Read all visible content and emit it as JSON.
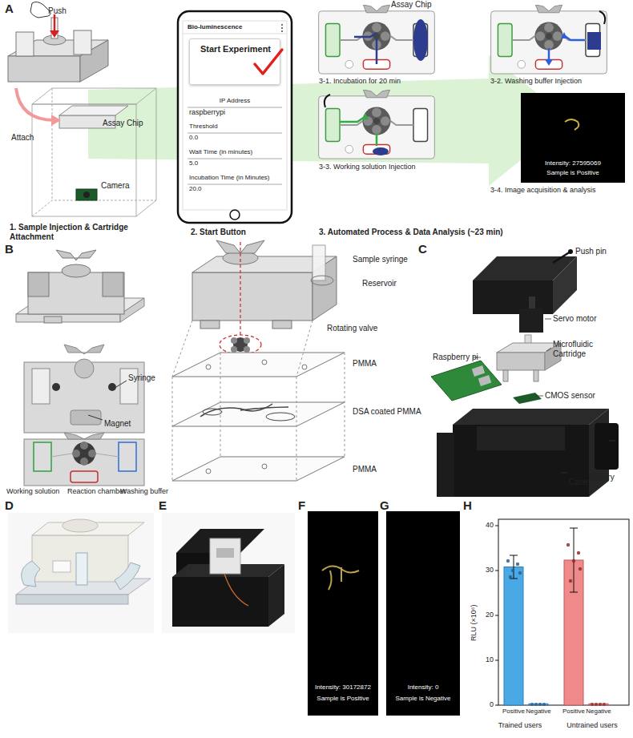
{
  "diagram": {
    "nodes": [
      {
        "text": [
          "Bio-luminescence",
          "IP Address",
          "raspberrypi",
          "Threshold",
          "0.0",
          "Wait Time (in minutes)",
          "5.0",
          "Incubation Time (in Minutes)",
          "20.0"
        ]
      },
      {
        "text": [
          "Start Experiment"
        ],
        "in": 0
      },
      {
        "text": [
          "Intensity: 27595069",
          "Sample is Positive"
        ]
      },
      {
        "text": [
          "Intensity: 30172872",
          "Sample is Positive"
        ]
      },
      {
        "text": [
          "Intensity: 0",
          "Sample is Negative"
        ]
      }
    ],
    "labels": [
      "A",
      "Push",
      "Attach",
      "Assay Chip",
      "Camera",
      "1. Sample Injection & Cartridge Attachment",
      "2. Start Button",
      "Assay Chip",
      "3-1. Incubation for 20 min",
      "3-2. Washing buffer Injection",
      "3-3. Working solution Injection",
      "3-4. Image acquisition & analysis",
      "3. Automated Process & Data Analysis (~23 min)",
      "B",
      "Syringe",
      "Magnet",
      "Working solution",
      "Reaction chamber",
      "Washing buffer",
      "Sample syringe",
      "Reservoir",
      "Rotating valve",
      "PMMA",
      "DSA coated PMMA",
      "PMMA",
      "C",
      "Push pin",
      "Servo motor",
      "Microfluidic Cartridge",
      "Raspberry pi",
      "CMOS sensor",
      "Battery",
      "Case",
      "D",
      "E",
      "F",
      "G",
      "H",
      "RLU (×10⁶)",
      "0",
      "10",
      "20",
      "30",
      "40",
      "Positive",
      "Negative",
      "Positive",
      "Negative",
      "Trained users",
      "Untrained users"
    ]
  }
}
